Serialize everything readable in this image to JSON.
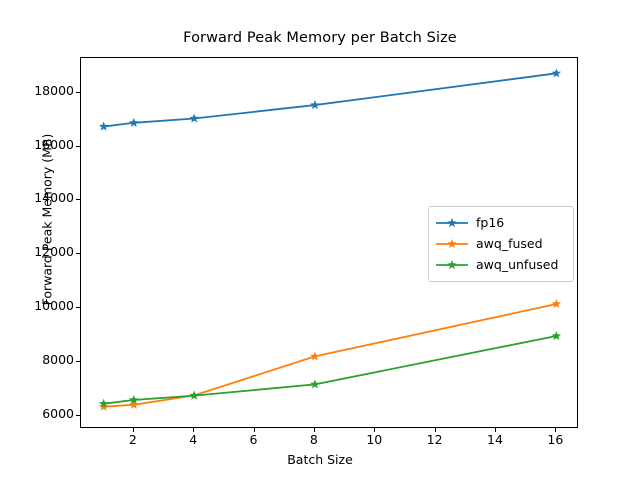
{
  "chart_data": {
    "type": "line",
    "title": "Forward Peak Memory per Batch Size",
    "xlabel": "Batch Size",
    "ylabel": "Forward Peak Memory (MB)",
    "x": [
      1,
      2,
      4,
      8,
      16
    ],
    "xlim": [
      0.25,
      16.75
    ],
    "ylim": [
      5500,
      19300
    ],
    "xticks": [
      2,
      4,
      6,
      8,
      10,
      12,
      14,
      16
    ],
    "xtick_labels": [
      "2",
      "4",
      "6",
      "8",
      "10",
      "12",
      "14",
      "16"
    ],
    "yticks": [
      6000,
      8000,
      10000,
      12000,
      14000,
      16000,
      18000
    ],
    "ytick_labels": [
      "6000",
      "8000",
      "10000",
      "12000",
      "14000",
      "16000",
      "18000"
    ],
    "grid": false,
    "marker": "star",
    "legend_position": "center right",
    "series": [
      {
        "name": "fp16",
        "color": "#1f77b4",
        "values": [
          16750,
          16890,
          17050,
          17550,
          18730
        ]
      },
      {
        "name": "awq_fused",
        "color": "#ff7f0e",
        "values": [
          6330,
          6400,
          6750,
          8200,
          10150
        ]
      },
      {
        "name": "awq_unfused",
        "color": "#2ca02c",
        "values": [
          6440,
          6580,
          6740,
          7160,
          8960
        ]
      }
    ]
  },
  "legend": {
    "entries": [
      {
        "label": "fp16"
      },
      {
        "label": "awq_fused"
      },
      {
        "label": "awq_unfused"
      }
    ]
  }
}
